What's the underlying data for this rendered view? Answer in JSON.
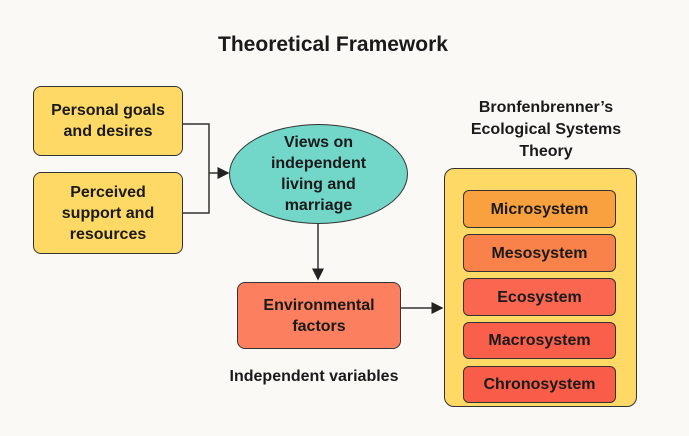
{
  "title": "Theoretical Framework",
  "nodes": {
    "personal_goals": "Personal goals and desires",
    "perceived_support": "Perceived support and resources",
    "views": "Views on independent living and marriage",
    "environmental": "Environmental factors"
  },
  "independent_label": "Independent variables",
  "theory": {
    "title": "Bronfenbrenner’s Ecological Systems Theory",
    "systems": [
      {
        "label": "Microsystem",
        "color": "#f9a03f"
      },
      {
        "label": "Mesosystem",
        "color": "#f9824a"
      },
      {
        "label": "Ecosystem",
        "color": "#fa6650"
      },
      {
        "label": "Macrosystem",
        "color": "#fa5f4c"
      },
      {
        "label": "Chronosystem",
        "color": "#f95d4a"
      }
    ]
  },
  "colors": {
    "yellow": "#ffd966",
    "teal": "#72d6c9",
    "env": "#fc8060",
    "bg": "#faf9f5"
  }
}
